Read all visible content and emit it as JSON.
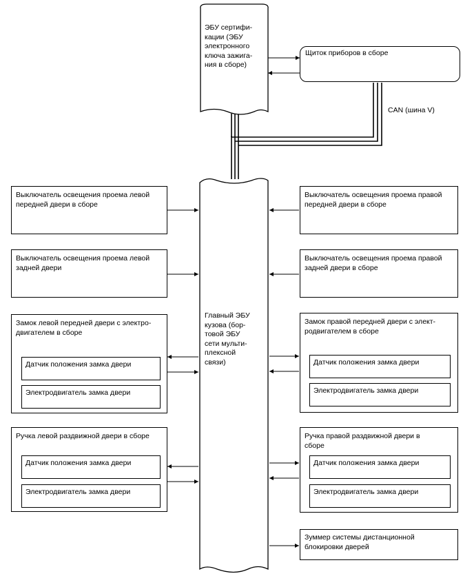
{
  "cert_ecu": {
    "label": "ЭБУ сертифи-\nкации (ЭБУ\nэлектронного\nключа зажига-\nния в сборе)"
  },
  "meter": {
    "label": "Щиток приборов в сборе"
  },
  "can_label": "CAN (шина V)",
  "main_ecu": {
    "label": "Главный ЭБУ\nкузова (бор-\nтовой ЭБУ\nсети мульти-\nплексной\nсвязи)"
  },
  "left_front_courtesy": {
    "label": "Выключатель освещения проема левой\nпередней двери в сборе"
  },
  "left_rear_courtesy": {
    "label": "Выключатель освещения проема левой\nзадней двери"
  },
  "right_front_courtesy": {
    "label": "Выключатель освещения проема правой\nпередней двери в сборе"
  },
  "right_rear_courtesy": {
    "label": "Выключатель освещения проема правой\nзадней двери в сборе"
  },
  "left_front_lock": {
    "label": "Замок левой передней двери с электро-\nдвигателем в сборе",
    "sensor": "Датчик положения замка двери",
    "motor": "Электродвигатель замка двери"
  },
  "right_front_lock": {
    "label": "Замок правой передней двери с элект-\nродвигателем в сборе",
    "sensor": "Датчик положения замка двери",
    "motor": "Электродвигатель замка двери"
  },
  "left_slide_handle": {
    "label": "Ручка левой раздвижной двери в сборе",
    "sensor": "Датчик положения замка двери",
    "motor": "Электродвигатель замка двери"
  },
  "right_slide_handle": {
    "label": "Ручка правой раздвижной двери в\nсборе",
    "sensor": "Датчик положения замка двери",
    "motor": "Электродвигатель замка двери"
  },
  "buzzer": {
    "label": "Зуммер системы дистанционной\nблокировки дверей"
  }
}
